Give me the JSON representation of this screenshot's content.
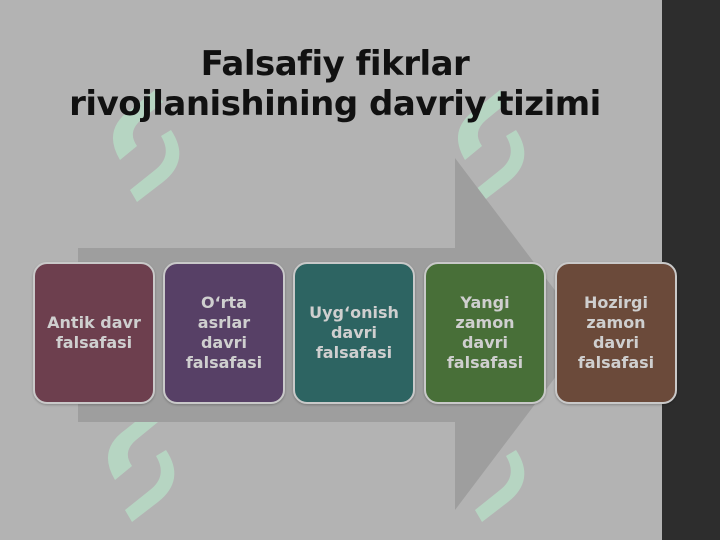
{
  "title_line1": "Falsafiy fikrlar",
  "title_line2": "rivojlanishining davriy tizimi",
  "steps": [
    {
      "label": "Antik davr\nfalsafasi",
      "color": "#6d3f4e"
    },
    {
      "label": "O‘rta\nasrlar\ndavri\nfalsafasi",
      "color": "#574066"
    },
    {
      "label": "Uyg‘onish\ndavri\nfalsafasi",
      "color": "#2d6462"
    },
    {
      "label": "Yangi\nzamon\ndavri\nfalsafasi",
      "color": "#486f38"
    },
    {
      "label": "Hozirgi\nzamon\ndavri\nfalsafasi",
      "color": "#6b4a3a"
    }
  ],
  "colors": {
    "background": "#b3b3b3",
    "side_bar": "#2d2d2d",
    "arrow": "#9e9e9e",
    "watermark": "#b8dcc6"
  },
  "watermark_icon": "sofi-logo-icon"
}
